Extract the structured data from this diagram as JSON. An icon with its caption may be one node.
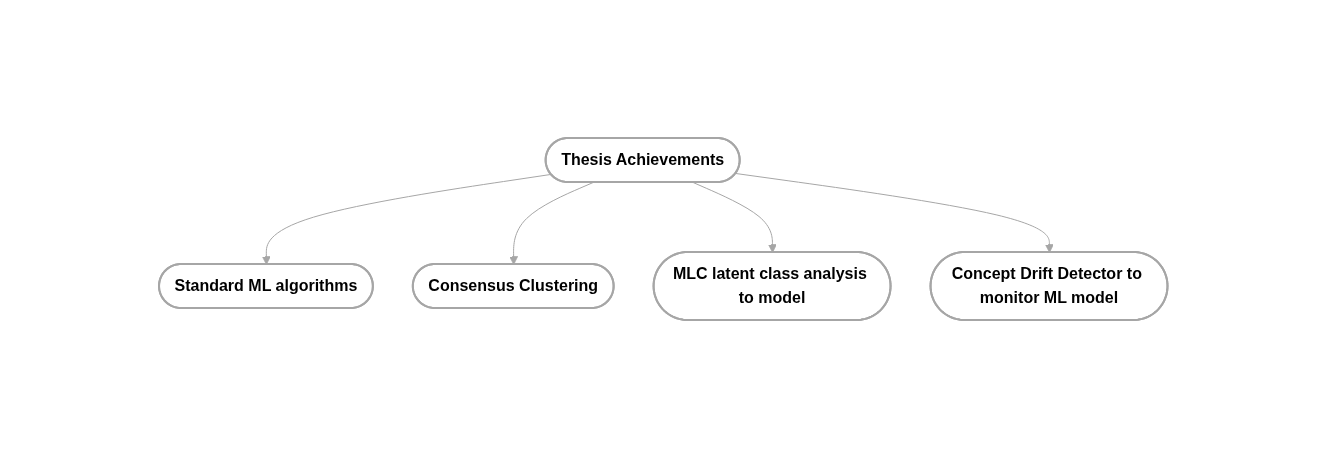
{
  "diagram": {
    "nodes": [
      {
        "text": [
          "Thesis Achievements"
        ]
      },
      {
        "text": [
          "Standard ML algorithms"
        ]
      },
      {
        "text": [
          "Consensus Clustering"
        ]
      },
      {
        "text": [
          "MLC latent class analysis to model"
        ]
      },
      {
        "text": [
          "Concept Drift Detector to monitor ML model"
        ]
      }
    ],
    "edges": [
      {
        "from": 0,
        "to": 1,
        "arrow": "to"
      },
      {
        "from": 0,
        "to": 2,
        "arrow": "to"
      },
      {
        "from": 0,
        "to": 3,
        "arrow": "to"
      },
      {
        "from": 0,
        "to": 4,
        "arrow": "to"
      }
    ]
  }
}
